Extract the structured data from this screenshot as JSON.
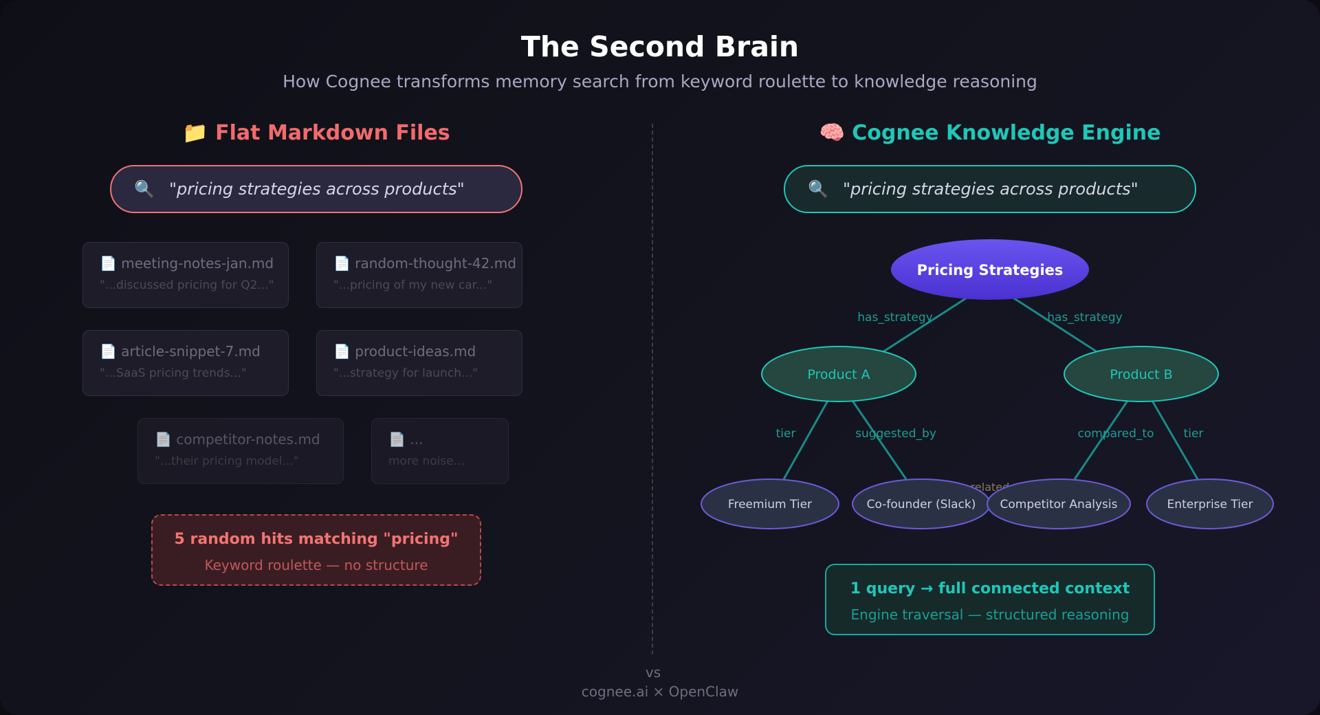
{
  "header": {
    "title": "The Second Brain",
    "subtitle": "How Cognee transforms memory search from keyword roulette to knowledge reasoning"
  },
  "left": {
    "heading": "📁 Flat Markdown Files",
    "search_icon": "🔍",
    "query": "\"pricing strategies across products\"",
    "files": [
      {
        "name": "📄 meeting-notes-jan.md",
        "snippet": "\"...discussed pricing for Q2...\""
      },
      {
        "name": "📄 random-thought-42.md",
        "snippet": "\"...pricing of my new car...\""
      },
      {
        "name": "📄 article-snippet-7.md",
        "snippet": "\"...SaaS pricing trends...\""
      },
      {
        "name": "📄 product-ideas.md",
        "snippet": "\"...strategy for launch...\""
      },
      {
        "name": "📄 competitor-notes.md",
        "snippet": "\"...their pricing model...\""
      },
      {
        "name": "📄 ...",
        "snippet": "more noise..."
      }
    ],
    "result_title": "5 random hits matching \"pricing\"",
    "result_sub": "Keyword roulette — no structure"
  },
  "divider_label": "vs",
  "right": {
    "heading": "🧠 Cognee Knowledge Engine",
    "search_icon": "🔍",
    "query": "\"pricing strategies across products\"",
    "nodes": {
      "root": "Pricing Strategies",
      "product_a": "Product A",
      "product_b": "Product B",
      "freemium": "Freemium Tier",
      "cofounder": "Co-founder (Slack)",
      "competitor": "Competitor Analysis",
      "enterprise": "Enterprise Tier"
    },
    "edges": {
      "root_a": "has_strategy",
      "root_b": "has_strategy",
      "a_freemium": "tier",
      "a_cofounder": "suggested_by",
      "b_competitor": "compared_to",
      "b_enterprise": "tier",
      "cross": "related_to"
    },
    "result_title": "1 query → full connected context",
    "result_sub": "Engine traversal — structured reasoning"
  },
  "footer": "cognee.ai × OpenClaw",
  "colors": {
    "accent_red": "#f27474",
    "accent_teal": "#1fc7b8",
    "root_node": "#5b44e0",
    "leaf_border": "#6a5bd6"
  }
}
